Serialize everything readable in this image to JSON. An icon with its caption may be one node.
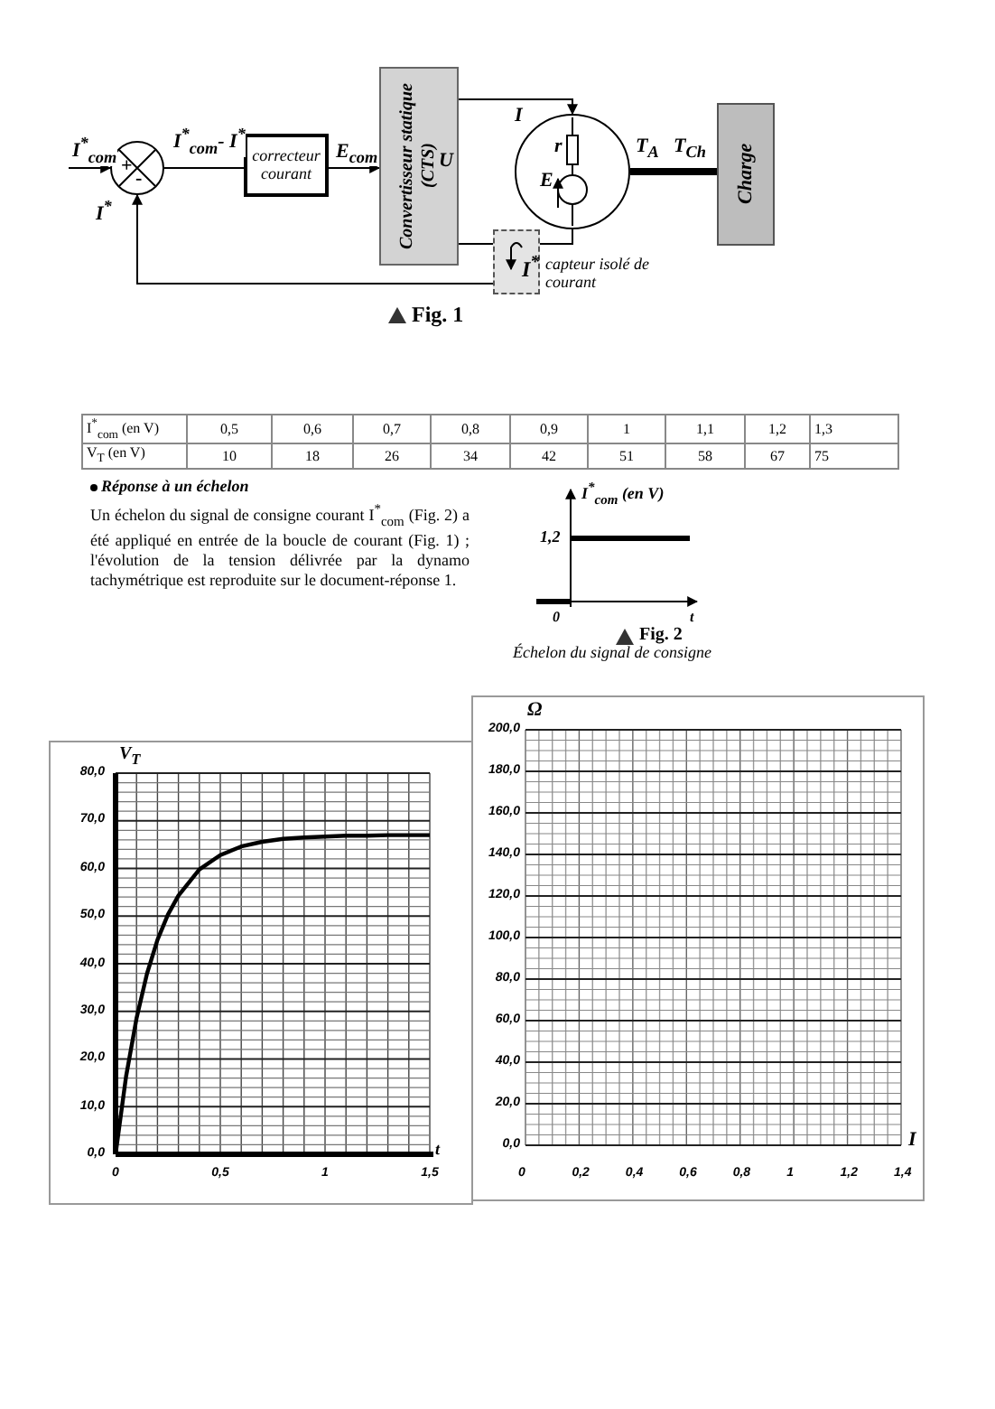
{
  "diagram": {
    "nodes": [
      {
        "text": [
          "+",
          "-"
        ]
      },
      {
        "text": [
          "correcteur courant"
        ]
      },
      {
        "text": [
          "Convertisseur statique (CTS)"
        ]
      },
      {
        "text": [
          "r",
          "E"
        ]
      },
      {
        "text": [
          "Charge"
        ]
      },
      {
        "text": [
          "I$^{*}$"
        ],
        "beside": [
          "capteur isolé de courant"
        ]
      }
    ],
    "edges": [
      {
        "from": null,
        "to": 0,
        "arrow": "to",
        "label": "I$^{*}$$_{com}$"
      },
      {
        "from": 0,
        "to": 1,
        "arrow": "none",
        "label": "I$^{*}$$_{com}$- I$^{*}$"
      },
      {
        "from": 1,
        "to": 2,
        "arrow": "to",
        "label": "E$_{com}$"
      },
      {
        "from": 2,
        "to": 3,
        "arrow": "to",
        "label": "I"
      },
      {
        "from": 2,
        "to": 5,
        "arrow": "none"
      },
      {
        "from": 5,
        "to": 3,
        "arrow": "none"
      },
      {
        "from": 5,
        "to": 0,
        "arrow": "to",
        "label": "I$^{*}$"
      },
      {
        "from": 3,
        "to": 4,
        "arrow": "none",
        "style": "thick",
        "label": "T$_{A}$"
      }
    ],
    "labels": [
      "U",
      "T$_{Ch}$",
      "Fig. 1",
      "I$^{*}$$_{com}$ (en V)",
      "0,5",
      "0,6",
      "0,7",
      "0,8",
      "0,9",
      "1",
      "1,1",
      "1,2",
      "1,3",
      "V$_{T}$ (en V)",
      "10",
      "18",
      "26",
      "34",
      "42",
      "51",
      "58",
      "67",
      "75",
      "Réponse à un échelon",
      "Un échelon du signal de consigne courant I$^{*}$$_{com}$ (Fig. 2) a été appliqué en entrée de la boucle de courant (Fig. 1) ; l'évolution de la tension délivrée par la dynamo tachymétrique est reproduite sur le document-réponse 1.",
      "I$^{*}$$_{com}$ (en V)",
      "1,2",
      "0",
      "t",
      "Fig. 2",
      "Échelon du signal de consigne",
      "Ω",
      "200,0",
      "180,0",
      "160,0",
      "140,0",
      "120,0",
      "100,0",
      "80,0",
      "60,0",
      "40,0",
      "20,0",
      "0,0",
      "I",
      "0",
      "0,2",
      "0,4",
      "0,6",
      "0,8",
      "1",
      "1,2",
      "1,4"
    ],
    "chart_data": {
      "type": "line",
      "xlabel": "t",
      "ylabel": "V$_{T}$",
      "x": [
        0,
        0.05,
        0.1,
        0.15,
        0.2,
        0.25,
        0.3,
        0.4,
        0.5,
        0.6,
        0.7,
        0.8,
        0.9,
        1,
        1.1,
        1.2,
        1.3,
        1.4,
        1.5
      ],
      "series": [
        {
          "color": "#000000",
          "values": [
            0,
            16.3,
            28.5,
            37.9,
            45.0,
            50.3,
            54.3,
            59.8,
            62.8,
            64.6,
            65.6,
            66.2,
            66.5,
            66.7,
            66.9,
            66.9,
            67,
            67,
            67
          ]
        }
      ],
      "xlim": [
        0,
        1.5
      ],
      "ylim": [
        0,
        80
      ],
      "grid": true,
      "xticks": [
        {
          "value": 0,
          "label": "0"
        },
        {
          "value": 0.5,
          "label": "0,5"
        },
        {
          "value": 1,
          "label": "1"
        },
        {
          "value": 1.5,
          "label": "1,5"
        }
      ],
      "yticks": [
        {
          "value": 0,
          "label": "0,0"
        },
        {
          "value": 10,
          "label": "10,0"
        },
        {
          "value": 20,
          "label": "20,0"
        },
        {
          "value": 30,
          "label": "30,0"
        },
        {
          "value": 40,
          "label": "40,0"
        },
        {
          "value": 50,
          "label": "50,0"
        },
        {
          "value": 60,
          "label": "60,0"
        },
        {
          "value": 70,
          "label": "70,0"
        },
        {
          "value": 80,
          "label": "80,0"
        }
      ]
    }
  }
}
